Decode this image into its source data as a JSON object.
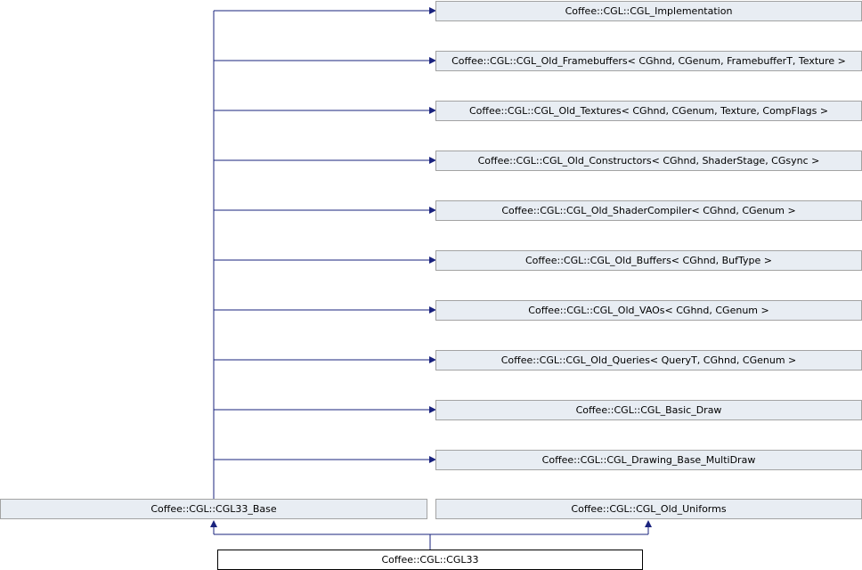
{
  "diagram": {
    "bases": [
      "Coffee::CGL::CGL_Implementation",
      "Coffee::CGL::CGL_Old_Framebuffers< CGhnd, CGenum, FramebufferT, Texture >",
      "Coffee::CGL::CGL_Old_Textures< CGhnd, CGenum, Texture, CompFlags >",
      "Coffee::CGL::CGL_Old_Constructors< CGhnd, ShaderStage, CGsync >",
      "Coffee::CGL::CGL_Old_ShaderCompiler< CGhnd, CGenum >",
      "Coffee::CGL::CGL_Old_Buffers< CGhnd, BufType >",
      "Coffee::CGL::CGL_Old_VAOs< CGhnd, CGenum >",
      "Coffee::CGL::CGL_Old_Queries< QueryT, CGhnd, CGenum >",
      "Coffee::CGL::CGL_Basic_Draw",
      "Coffee::CGL::CGL_Drawing_Base_MultiDraw"
    ],
    "intermediate": "Coffee::CGL::CGL33_Base",
    "uniforms": "Coffee::CGL::CGL_Old_Uniforms",
    "current": "Coffee::CGL::CGL33",
    "colors": {
      "node_fill": "#e8edf3",
      "node_border": "#a3a3a3",
      "edge": "#1a237e",
      "current_border": "#000000"
    }
  }
}
